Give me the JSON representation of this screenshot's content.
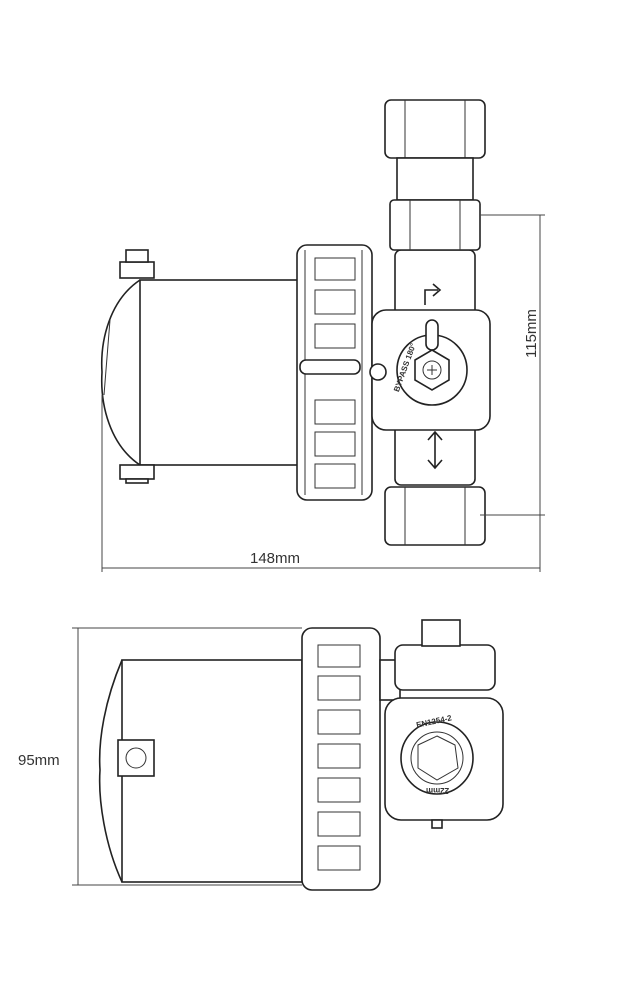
{
  "drawing": {
    "top_view": {
      "width_dimension": "148mm",
      "height_dimension": "115mm",
      "valve_marking": "BYPASS 180°"
    },
    "side_view": {
      "height_dimension": "95mm",
      "fitting_marking": "EN1254-2",
      "pipe_size_marking": "22mm"
    }
  }
}
